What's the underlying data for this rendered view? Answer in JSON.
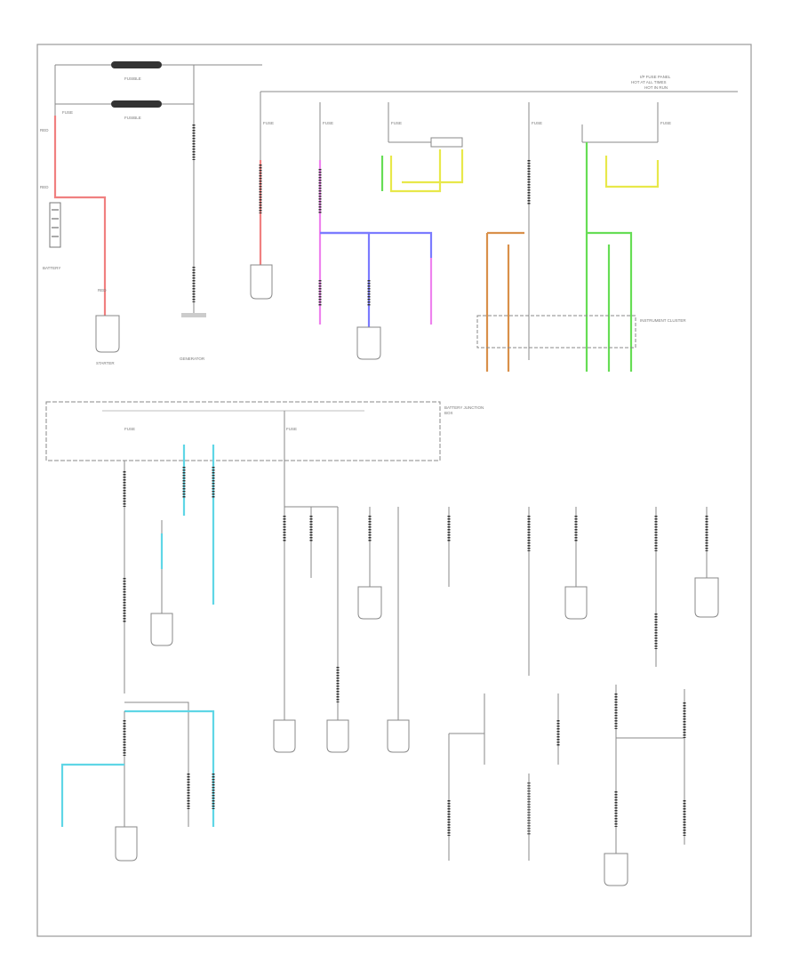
{
  "diagram": {
    "colors": {
      "red": "#f08080",
      "pink": "#ee82ee",
      "blue": "#7b7bff",
      "green": "#66dd55",
      "yellow": "#e8e84a",
      "orange": "#d9904a",
      "cyan": "#5fd6e6",
      "black": "#888888"
    },
    "labels": {
      "battery": "BATTERY",
      "red": "RED",
      "fuse": "FUSE",
      "starter": "STARTER",
      "generator": "GENERATOR"
    }
  }
}
